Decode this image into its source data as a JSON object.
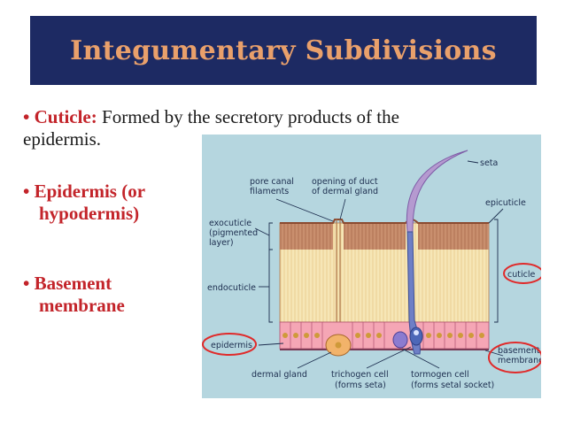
{
  "slide": {
    "title": "Integumentary Subdivisions",
    "bullet_glyph": "•",
    "bullet1": {
      "term": "Cuticle:",
      "text": " Formed by the secretory products of the",
      "text_continued": "epidermis."
    },
    "bullet2": {
      "line1": "Epidermis (or",
      "line2": "hypodermis)"
    },
    "bullet3": {
      "line1": "Basement",
      "line2": "membrane"
    }
  },
  "diagram": {
    "labels": {
      "seta": "seta",
      "pore_canal_1": "pore canal",
      "pore_canal_2": "filaments",
      "opening_1": "opening of duct",
      "opening_2": "of dermal gland",
      "epicuticle": "epicuticle",
      "exocuticle_1": "exocuticle",
      "exocuticle_2": "(pigmented",
      "exocuticle_3": "layer)",
      "cuticle": "cuticle",
      "endocuticle": "endocuticle",
      "epidermis": "epidermis",
      "basement_1": "basement",
      "basement_2": "membrane",
      "dermal_gland": "dermal gland",
      "trichogen_1": "trichogen cell",
      "trichogen_2": "(forms seta)",
      "tormogen_1": "tormogen cell",
      "tormogen_2": "(forms setal socket)"
    },
    "colors": {
      "background": "#b5d6df",
      "exocuticle": "#c98f6e",
      "endocuticle": "#f6e6b6",
      "cell": "#f5a6b5",
      "highlight_ring": "#e02a2a",
      "seta": "#b59ad0",
      "nucleus": "#cf9a3a"
    }
  }
}
